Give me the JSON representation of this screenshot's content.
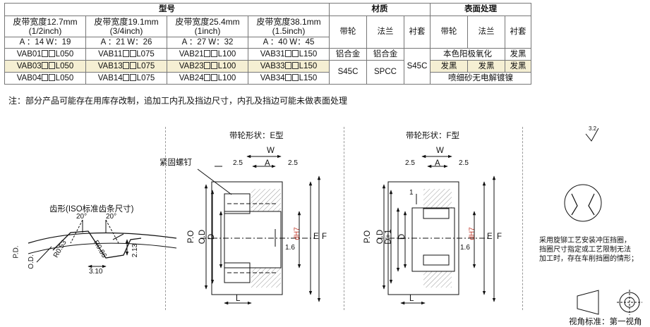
{
  "table": {
    "header": {
      "model": "型号",
      "material": "材质",
      "surface": "表面处理"
    },
    "widths": [
      {
        "title": "皮带宽度12.7mm",
        "sub": "(1/2inch)",
        "dims": "A ：14   W：19"
      },
      {
        "title": "皮带宽度19.1mm",
        "sub": "(3/4inch)",
        "dims": "A ：21   W：26"
      },
      {
        "title": "皮带宽度25.4mm",
        "sub": "(1inch)",
        "dims": "A ：27   W：32"
      },
      {
        "title": "皮带宽度38.1mm",
        "sub": "(1.5inch)",
        "dims": "A ：40   W：45"
      }
    ],
    "mat_cols": [
      "带轮",
      "法兰",
      "衬套"
    ],
    "surf_cols": [
      "带轮",
      "法兰",
      "衬套"
    ],
    "rows": [
      {
        "models": [
          [
            "VAB01",
            "L050"
          ],
          [
            "VAB11",
            "L075"
          ],
          [
            "VAB21",
            "L100"
          ],
          [
            "VAB31",
            "L150"
          ]
        ]
      },
      {
        "models": [
          [
            "VAB03",
            "L050"
          ],
          [
            "VAB13",
            "L075"
          ],
          [
            "VAB23",
            "L100"
          ],
          [
            "VAB33",
            "L150"
          ]
        ]
      },
      {
        "models": [
          [
            "VAB04",
            "L050"
          ],
          [
            "VAB14",
            "L075"
          ],
          [
            "VAB24",
            "L100"
          ],
          [
            "VAB34",
            "L150"
          ]
        ]
      }
    ],
    "mat_row1": [
      "铝合金",
      "铝合金"
    ],
    "mat_rest": [
      "S45C",
      "SPCC"
    ],
    "mat_bushing": "S45C",
    "surf_row1": [
      "本色阳极氧化",
      "发黑"
    ],
    "surf_row2": [
      "发黑",
      "发黑",
      "发黑"
    ],
    "surf_row3": "喷细砂无电解镀镍"
  },
  "note": "注：部分产品可能存在用库存改制，追加工内孔及挡边尺寸，内孔及挡边可能未做表面处理",
  "tooth": {
    "title": "齿形(ISO标准齿条尺寸)",
    "angle_left": "20°",
    "angle_right": "20°",
    "r1": "R0.53",
    "r2": "R0.86",
    "h": "2.13",
    "w": "3.10",
    "pd": "P.D.",
    "od": "O.D."
  },
  "e_type": {
    "title": "带轮形状：E型",
    "screw": "紧固螺钉",
    "w": "W",
    "a": "A",
    "left": "2.5",
    "right": "2.5",
    "po": "P.O",
    "od": "O.D",
    "d": "D",
    "e": "E",
    "f": "F",
    "bore": "dH7",
    "rough": "1.6",
    "l": "L"
  },
  "f_type": {
    "title": "带轮形状：F型",
    "w": "W",
    "a": "A",
    "left": "2.5",
    "right": "2.5",
    "one": "1",
    "po": "P.O",
    "od": "O.D",
    "d1": "D+1",
    "d": "D",
    "e": "E",
    "f": "F",
    "bore": "dH7",
    "rough": "1.6",
    "l": "L"
  },
  "right_panel": {
    "rough_mark": "3.2",
    "desc1": "采用旋铆工艺安装冲压挡圈，",
    "desc2": "挡圈尺寸指定或工艺限制无法",
    "desc3": "加工时，存在车削挡圈的情形；",
    "view": "视角标准：第一视角"
  }
}
